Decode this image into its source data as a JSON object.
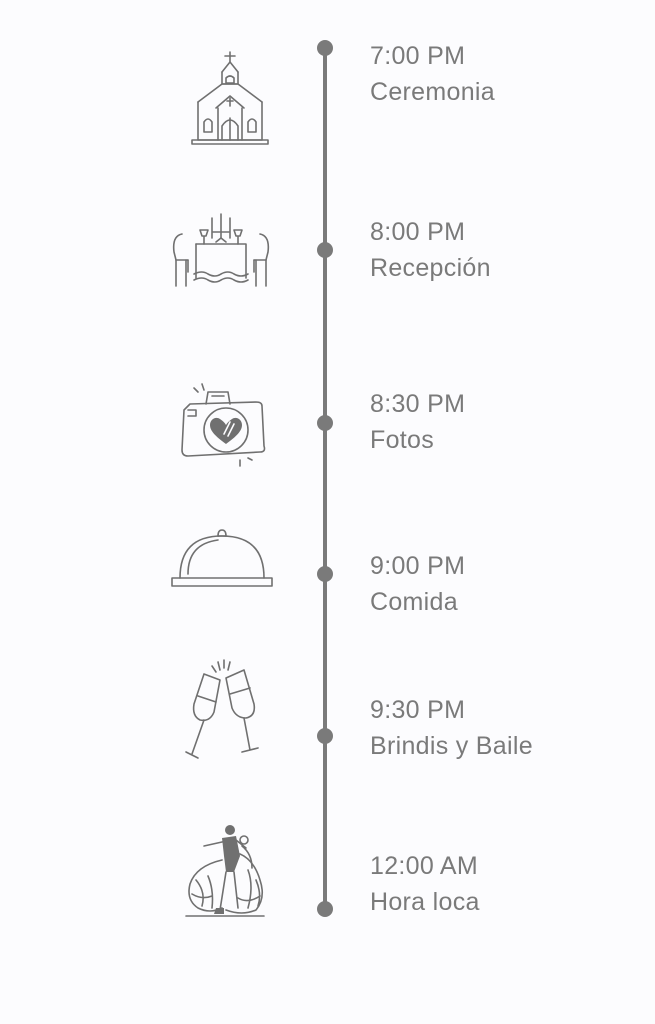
{
  "events": [
    {
      "time": "7:00 PM",
      "label": "Ceremonia",
      "icon": "church-icon"
    },
    {
      "time": "8:00 PM",
      "label": "Recepción",
      "icon": "dinner-table-icon"
    },
    {
      "time": "8:30 PM",
      "label": "Fotos",
      "icon": "camera-heart-icon"
    },
    {
      "time": "9:00 PM",
      "label": "Comida",
      "icon": "food-cloche-icon"
    },
    {
      "time": "9:30 PM",
      "label": "Brindis y Baile",
      "icon": "champagne-toast-icon"
    },
    {
      "time": "12:00 AM",
      "label": "Hora loca",
      "icon": "dancing-couple-icon"
    }
  ],
  "colors": {
    "line": "#7a7a7a",
    "text": "#7a7a7a",
    "icon": "#707070",
    "background": "#fcfcfe"
  }
}
